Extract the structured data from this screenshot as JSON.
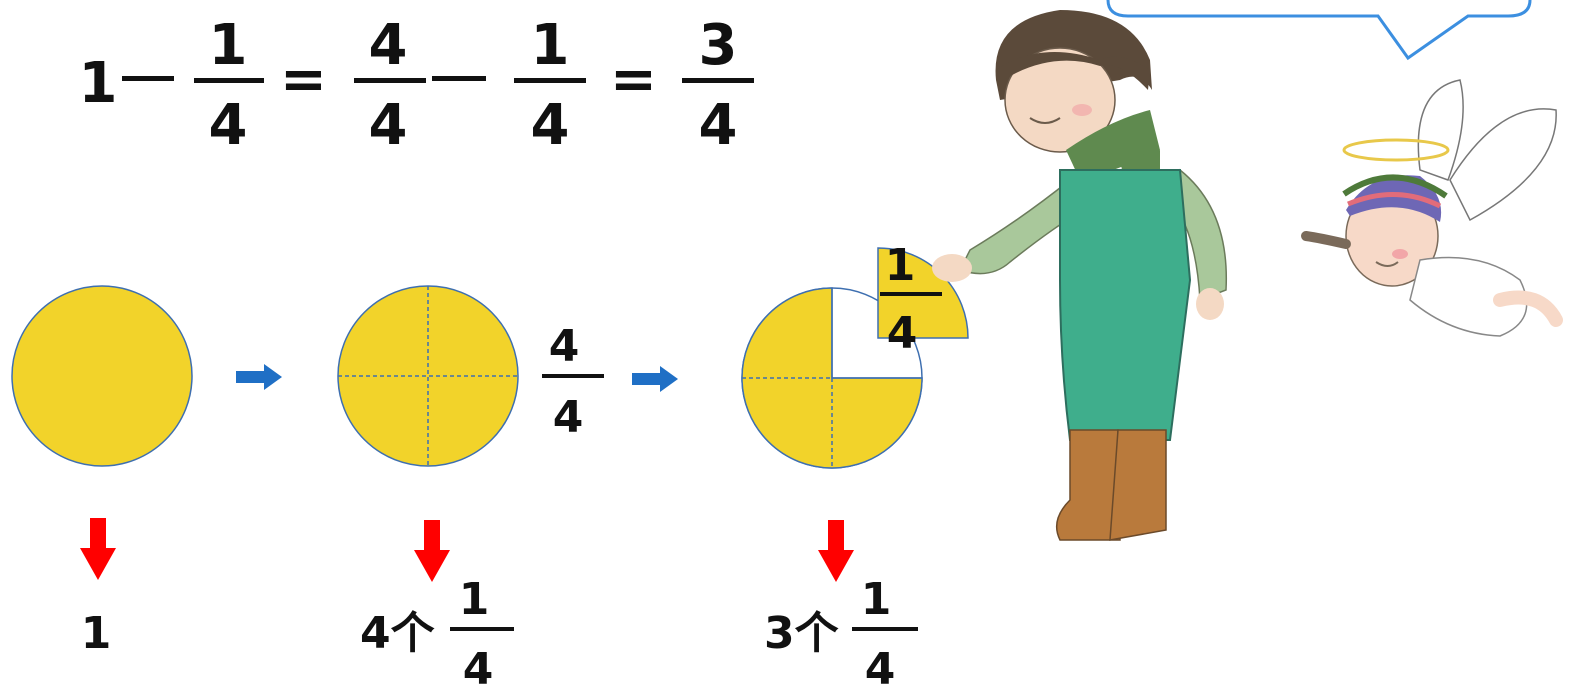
{
  "equation": {
    "whole": "1",
    "step1": {
      "numerator": "1",
      "denominator": "4"
    },
    "equals1": "=",
    "step2a": {
      "numerator": "4",
      "denominator": "4"
    },
    "step2b": {
      "numerator": "1",
      "denominator": "4"
    },
    "equals2": "=",
    "result": {
      "numerator": "3",
      "denominator": "4"
    }
  },
  "cut_piece": {
    "numerator": "1",
    "denominator": "4"
  },
  "middle_label": {
    "numerator": "4",
    "denominator": "4"
  },
  "bottom_labels": {
    "left": "1",
    "middle": {
      "count": "4个",
      "numerator": "1",
      "denominator": "4"
    },
    "right": {
      "count": "3个",
      "numerator": "1",
      "denominator": "4"
    }
  },
  "colors": {
    "circle_fill": "#F2D32A",
    "circle_stroke": "#3E6FB0",
    "blue_arrow": "#1F6FC5",
    "red_arrow": "#FF0000",
    "bubble_stroke": "#3C8FE0"
  },
  "icons": [
    "girl-illustration",
    "angel-illustration",
    "speech-bubble",
    "arrow-right-icon",
    "arrow-down-icon"
  ]
}
